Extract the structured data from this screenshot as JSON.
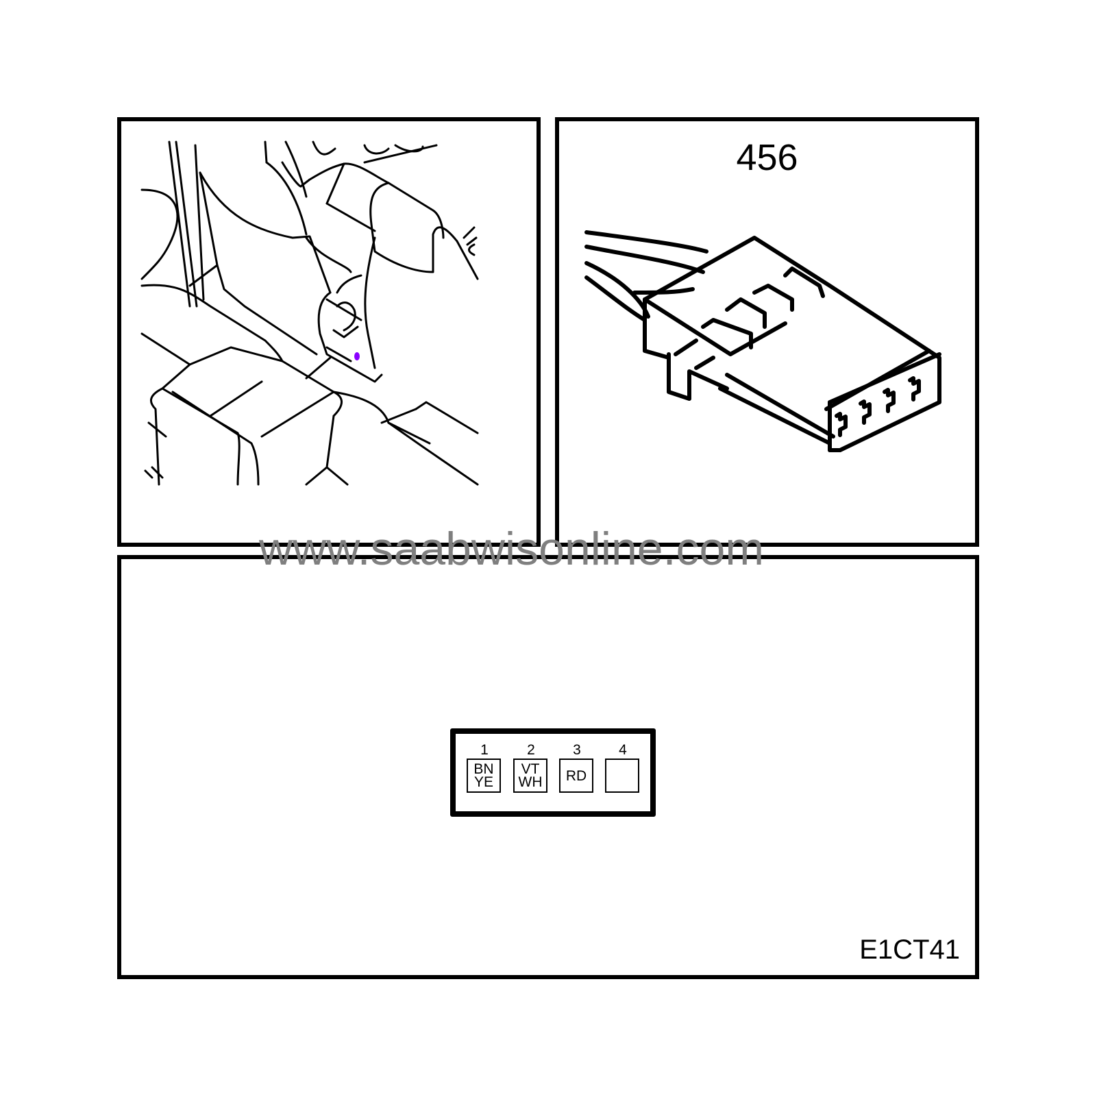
{
  "panels": {
    "location": {
      "description": "Line drawing of vehicle center console area between front seats, connector location highlighted",
      "highlight_color": "#8a00ff"
    },
    "connector": {
      "number": "456",
      "description": "4-pin connector with wires, isometric view",
      "wire_count": 4
    },
    "pinout": {
      "pins": [
        {
          "num": "1",
          "colors": [
            "BN",
            "YE"
          ]
        },
        {
          "num": "2",
          "colors": [
            "VT",
            "WH"
          ]
        },
        {
          "num": "3",
          "colors": [
            "RD"
          ]
        },
        {
          "num": "4",
          "colors": []
        }
      ],
      "code": "E1CT41"
    }
  },
  "watermark": "www.saabwisonline.com",
  "colors": {
    "line": "#000000",
    "background": "#ffffff",
    "watermark": "#7f7f7f",
    "highlight": "#8a00ff"
  }
}
